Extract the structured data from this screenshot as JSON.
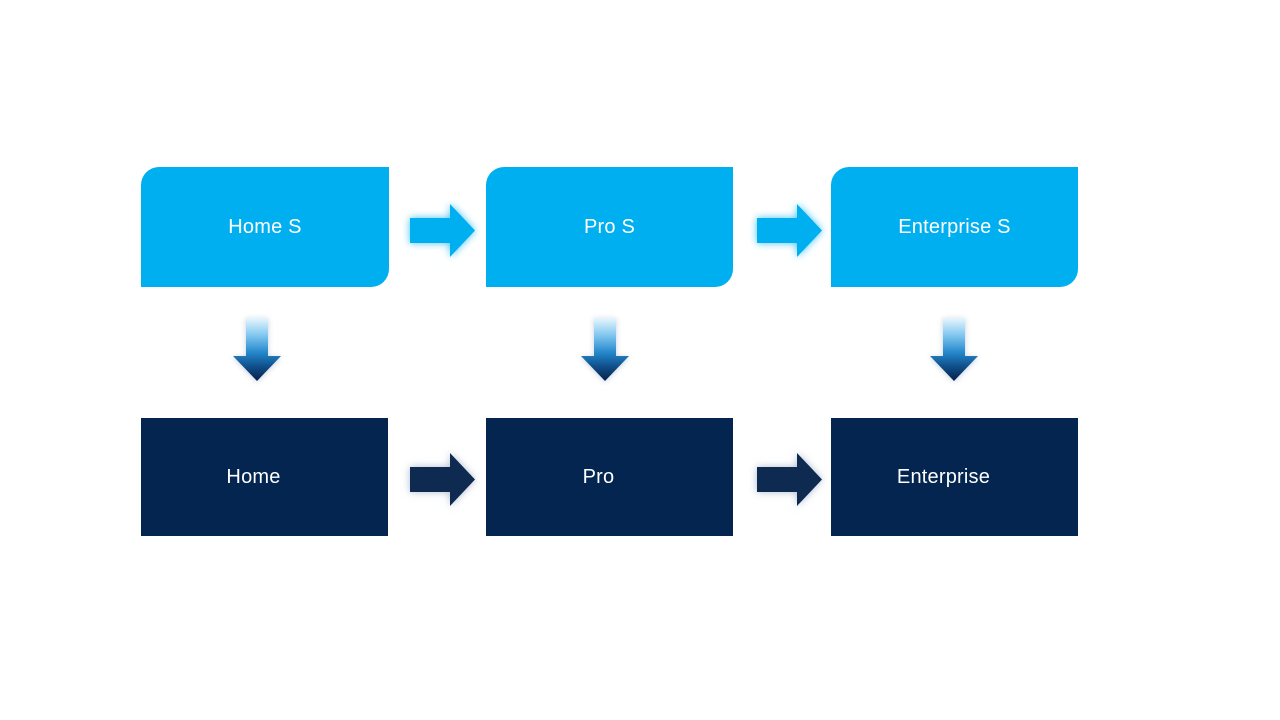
{
  "diagram": {
    "type": "process-flow",
    "nodes": {
      "top": [
        {
          "label": "Home S"
        },
        {
          "label": "Pro S"
        },
        {
          "label": "Enterprise S"
        }
      ],
      "bottom": [
        {
          "label": "Home"
        },
        {
          "label": "Pro"
        },
        {
          "label": "Enterprise"
        }
      ]
    },
    "connectors": {
      "top_row_right_arrows": 2,
      "bottom_row_right_arrows": 2,
      "down_arrows": 3
    }
  },
  "colors": {
    "background": "#FFFFFF",
    "top_box_fill": "#00AFF0",
    "bottom_box_fill": "#04254F",
    "text": "#FFFFFF",
    "arrow_top_fill": "#00AFF0",
    "arrow_bottom_fill": "#0F2A50",
    "down_grad_0": "#E8F6FD",
    "down_grad_1": "#7FC6EF",
    "down_grad_2": "#2387CB",
    "down_grad_3": "#10518D",
    "down_grad_4": "#07204A"
  }
}
